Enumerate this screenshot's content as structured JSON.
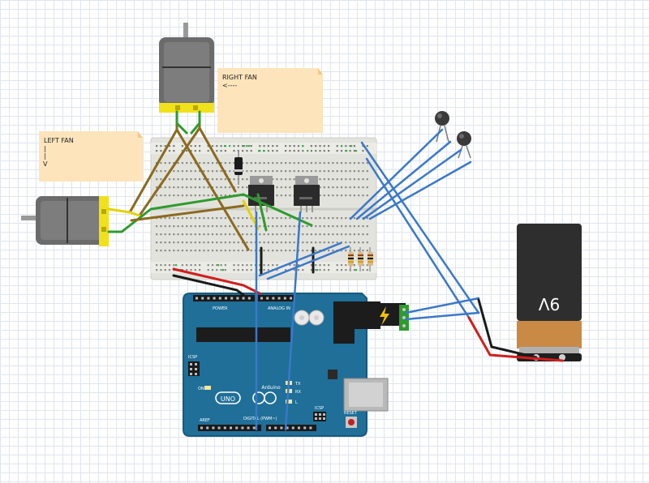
{
  "notes": {
    "left_fan": {
      "line1": "LEFT FAN",
      "line2": "|",
      "line3": "|",
      "line4": "V"
    },
    "right_fan": {
      "line1": "RIGHT FAN",
      "line2": "<----"
    }
  },
  "arduino": {
    "logo": "UNO",
    "brand": "Arduino",
    "tx": "TX",
    "rx": "RX",
    "l_led": "L",
    "on": "ON",
    "icsp": "ICSP",
    "icsp2": "ICSP",
    "reset": "RESET",
    "digital": "DIGITAL (PWM~)",
    "analog": "ANALOG IN",
    "power": "POWER",
    "aref": "AREF"
  },
  "battery": {
    "label": "9V"
  },
  "colors": {
    "breadboard": "#e3e3dd",
    "arduino_blue": "#1f6f98",
    "wire_blue": "#3a78c9",
    "wire_brown": "#8a6a1f",
    "wire_green": "#2e9b2e",
    "wire_yellow": "#e6d200",
    "wire_red": "#d21d1d",
    "battery_copper": "#c88a45",
    "note_bg": "#fde4bb"
  }
}
